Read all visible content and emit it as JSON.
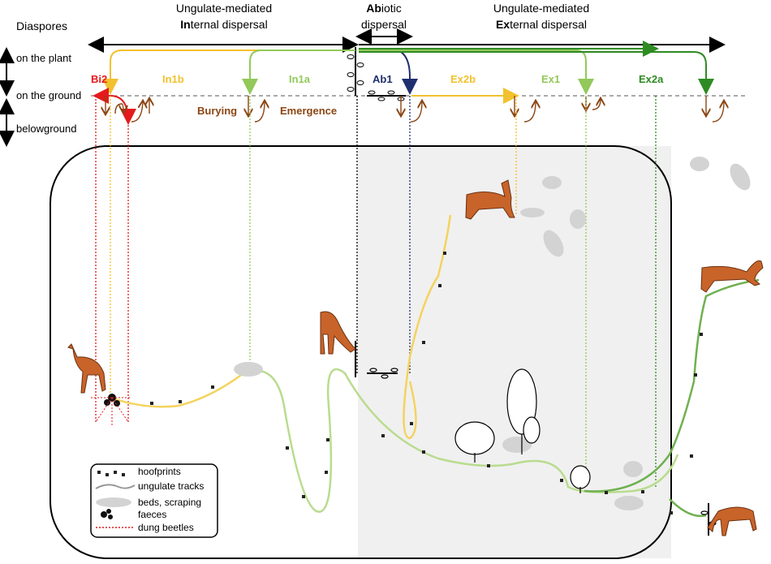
{
  "header": {
    "internal_title_line1": "Ungulate-mediated",
    "internal_title_line2_bold": "In",
    "internal_title_line2_rest": "ternal dispersal",
    "abiotic_line1_bold": "Ab",
    "abiotic_line1_rest": "iotic",
    "abiotic_line2": "dispersal",
    "external_title_line1": "Ungulate-mediated",
    "external_title_line2_bold": "Ex",
    "external_title_line2_rest": "ternal dispersal"
  },
  "rows": {
    "diaspores": "Diaspores",
    "on_plant": "on the plant",
    "on_ground": "on the ground",
    "belowground": "belowground"
  },
  "pathways": {
    "bi2": "Bi2",
    "in1b": "In1b",
    "in1a": "In1a",
    "ab1": "Ab1",
    "ex2b": "Ex2b",
    "ex1": "Ex1",
    "ex2a": "Ex2a"
  },
  "processes": {
    "burying": "Burying",
    "emergence": "Emergence"
  },
  "legend": {
    "items": [
      "hoofprints",
      "ungulate tracks",
      "beds, scraping",
      "faeces",
      "dung beetles"
    ]
  },
  "colors": {
    "red": "#e41a1c",
    "yellow": "#f2c12e",
    "lightgreen": "#92c95a",
    "navy": "#1f2f6e",
    "darkgreen": "#2e8b22",
    "brown": "#8b4513",
    "deer": "#c8642a",
    "track_light": "#b9dc8f",
    "track_green": "#6fb04f",
    "track_yellow": "#f4d35e",
    "shade": "#f0f0f0",
    "bed": "#d3d3d3"
  }
}
